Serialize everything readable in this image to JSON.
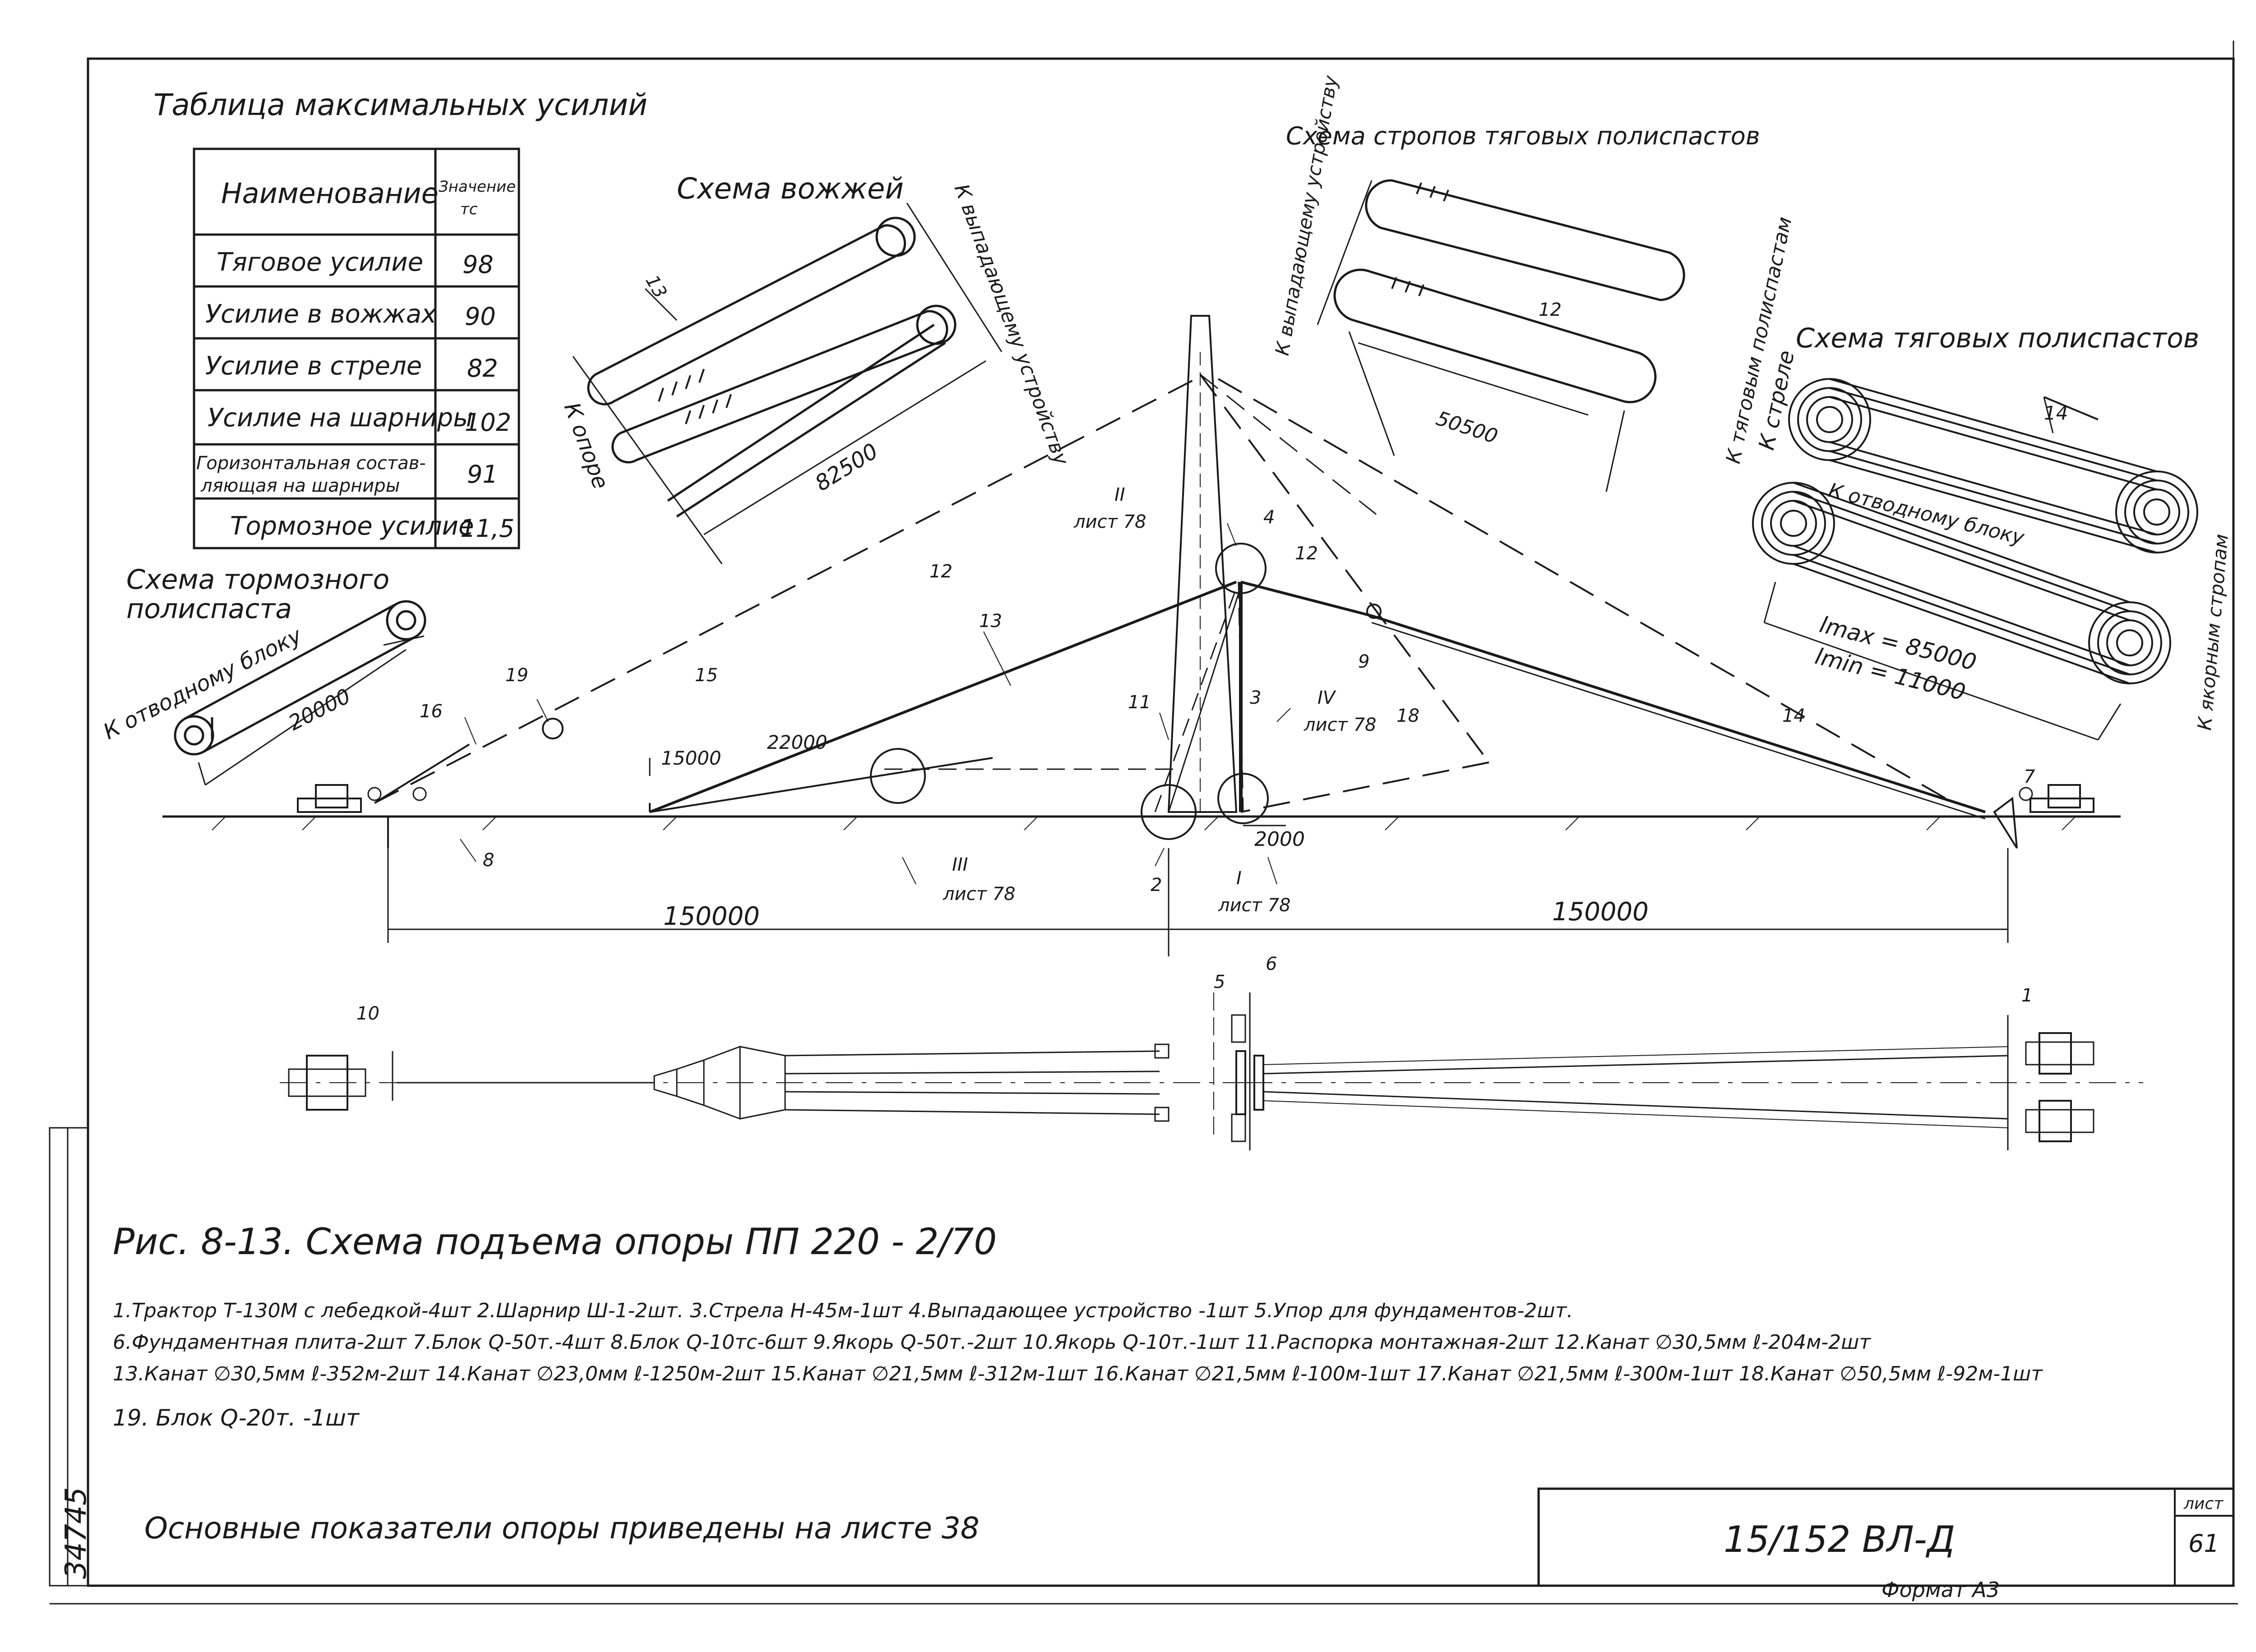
{
  "table": {
    "title": "Таблица максимальных усилий",
    "col_name": "Наименование",
    "col_value_1": "Значение",
    "col_value_2": "тс",
    "rows": [
      {
        "name": "Тяговое усилие",
        "value": "98"
      },
      {
        "name": "Усилие в вожжах",
        "value": "90"
      },
      {
        "name": "Усилие в стреле",
        "value": "82"
      },
      {
        "name": "Усилие на шарниры",
        "value": "102"
      },
      {
        "name_1": "Горизонтальная состав-",
        "name_2": "ляющая на шарниры",
        "value": "91"
      },
      {
        "name": "Тормозное усилие",
        "value": "11,5"
      }
    ]
  },
  "reins": {
    "title": "Схема вожжей",
    "to_device": "К выпадающему устройству",
    "to_support": "К опоре",
    "dim": "82500",
    "item": "13"
  },
  "slings": {
    "title": "Схема стропов тяговых полиспастов",
    "to_device": "К выпадающему устройству",
    "dim": "50500",
    "item": "12"
  },
  "traction": {
    "title": "Схема тяговых полиспастов",
    "to_pulley_system": "К тяговым полиспастам",
    "to_boom": "К стреле",
    "to_block": "К отводному блоку",
    "to_anchor": "К якорным стропам",
    "lmax": "lmax = 85000",
    "lmin": "lmin = 11000",
    "item": "14"
  },
  "brake": {
    "title_1": "Схема тормозного",
    "title_2": "полиспаста",
    "to_block": "К отводному блоку",
    "dim": "20000"
  },
  "elevation": {
    "dim_left": "150000",
    "dim_right": "150000",
    "dim_small": "2000",
    "dim_15000": "15000",
    "dim_22000": "22000",
    "callouts": {
      "II": "II",
      "IIsheet": "лист 78",
      "III": "III",
      "IIIsheet": "лист 78",
      "I": "I",
      "Isheet": "лист 78",
      "IV": "IV",
      "IVsheet": "лист 78"
    },
    "items": [
      "19",
      "16",
      "8",
      "15",
      "12",
      "13",
      "11",
      "3",
      "2",
      "9",
      "12",
      "18",
      "14",
      "4",
      "7"
    ]
  },
  "plan": {
    "items": [
      "10",
      "5",
      "6",
      "1"
    ]
  },
  "figure_caption": "Рис. 8-13. Схема подъема опоры ПП 220 - 2/70",
  "legend": {
    "line1": "1.Трактор Т-130М с лебедкой-4шт 2.Шарнир Ш-1-2шт. 3.Стрела          Н-45м-1шт 4.Выпадающее устройство          -1шт 5.Упор для фундаментов-2шт.",
    "line2": "6.Фундаментная плита-2шт 7.Блок Q-50т.-4шт 8.Блок Q-10тс-6шт 9.Якорь Q-50т.-2шт 10.Якорь Q-10т.-1шт 11.Распорка монтажная-2шт 12.Канат ∅30,5мм ℓ-204м-2шт",
    "line3": "13.Канат ∅30,5мм ℓ-352м-2шт 14.Канат ∅23,0мм ℓ-1250м-2шт 15.Канат ∅21,5мм ℓ-312м-1шт 16.Канат ∅21,5мм ℓ-100м-1шт 17.Канат ∅21,5мм ℓ-300м-1шт 18.Канат ∅50,5мм ℓ-92м-1шт",
    "line4": "19. Блок Q-20т. -1шт"
  },
  "note": "Основные показатели опоры приведены на листе 38",
  "stamp": {
    "code": "15/152 ВЛ-Д",
    "sheet_label": "лист",
    "sheet_no": "61"
  },
  "inventory_no": "34745",
  "format": "Формат А3"
}
